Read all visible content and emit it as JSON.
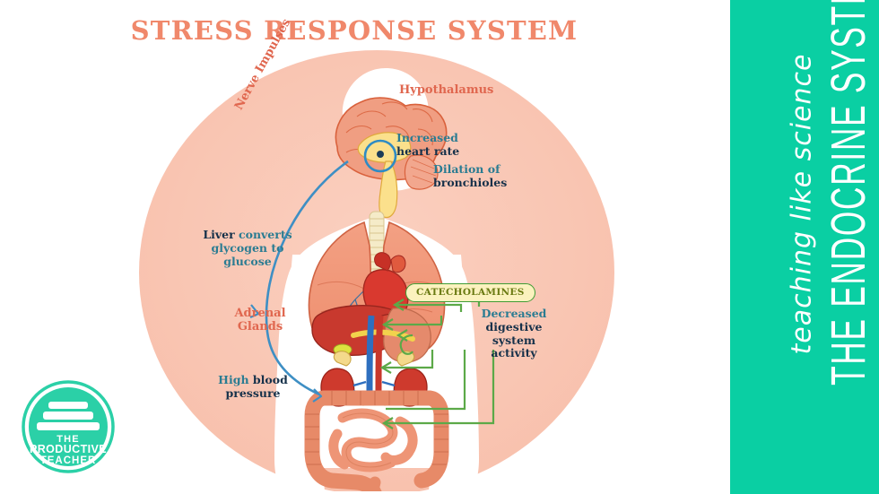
{
  "headline": "STRESS RESPONSE SYSTEM",
  "sidebar": {
    "script_text": "teaching like science",
    "title_text": "THE ENDOCRINE SYSTEM",
    "bg_color": "#0ACFA3"
  },
  "logo": {
    "line1": "THE",
    "line2": "PRODUCTIVE",
    "line3": "TEACHER",
    "color": "#2BD0A7"
  },
  "colors": {
    "headline": "#F0886B",
    "circle_bg": "#F9C5B2",
    "teal_text": "#2B7C92",
    "navy_text": "#16314A",
    "coral_text": "#E0674F",
    "arrow_green": "#5CA948",
    "nerve_blue": "#3E8FC4",
    "badge_fill": "#FBF2BE",
    "badge_border": "#3F9C35",
    "badge_text": "#6A7A12"
  },
  "labels": {
    "hypothalamus": "Hypothalamus",
    "heart_rate_1": "Increased",
    "heart_rate_2": "heart rate",
    "bronchioles_1": "Dilation of",
    "bronchioles_2": "bronchioles",
    "liver_1": "Liver",
    "liver_2": " converts",
    "liver_3": "glycogen to",
    "liver_4": "glucose",
    "adrenal_1": "Adrenal",
    "adrenal_2": "Glands",
    "bp_1": "High",
    "bp_2": " blood",
    "bp_3": "pressure",
    "digestive_1": "Decreased",
    "digestive_2": "digestive",
    "digestive_3": "system",
    "digestive_4": "activity",
    "nerve_impulses": "Nerve Impulses",
    "catecholamines": "CATECHOLAMINES"
  }
}
